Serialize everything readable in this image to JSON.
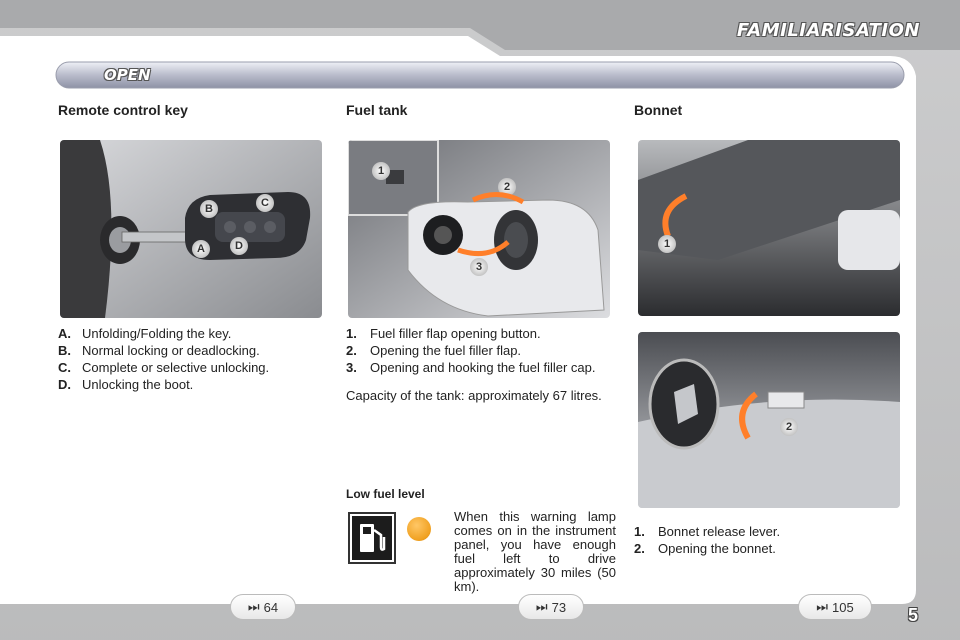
{
  "header": {
    "chapter": "FAMILIARISATION",
    "section": "OPEN"
  },
  "remote_key": {
    "title": "Remote control key",
    "callouts": [
      "A",
      "B",
      "C",
      "D"
    ],
    "items": [
      {
        "key": "A.",
        "text": "Unfolding/Folding the key."
      },
      {
        "key": "B.",
        "text": "Normal locking or deadlocking."
      },
      {
        "key": "C.",
        "text": "Complete or selective unlocking."
      },
      {
        "key": "D.",
        "text": "Unlocking the boot."
      }
    ],
    "ref": "64"
  },
  "fuel_tank": {
    "title": "Fuel tank",
    "callouts": [
      "1",
      "2",
      "3"
    ],
    "items": [
      {
        "key": "1.",
        "text": "Fuel filler flap opening button."
      },
      {
        "key": "2.",
        "text": "Opening the fuel filler flap."
      },
      {
        "key": "3.",
        "text": "Opening and hooking the fuel filler cap."
      }
    ],
    "capacity": "Capacity of the tank: approximately 67 litres.",
    "low_fuel_title": "Low fuel level",
    "low_fuel_text": "When this warning lamp comes on in the instrument panel, you have enough fuel left to drive approximately 30 miles (50 km).",
    "ref": "73"
  },
  "bonnet": {
    "title": "Bonnet",
    "callouts": [
      "1",
      "2"
    ],
    "items": [
      {
        "key": "1.",
        "text": "Bonnet release lever."
      },
      {
        "key": "2.",
        "text": "Opening the bonnet."
      }
    ],
    "ref": "105"
  },
  "ref_symbol": "⏭",
  "page_number": "5",
  "colors": {
    "warning_lamp": "#f0a020",
    "arrow": "#ff7f2a",
    "background": "#a9aaac"
  }
}
